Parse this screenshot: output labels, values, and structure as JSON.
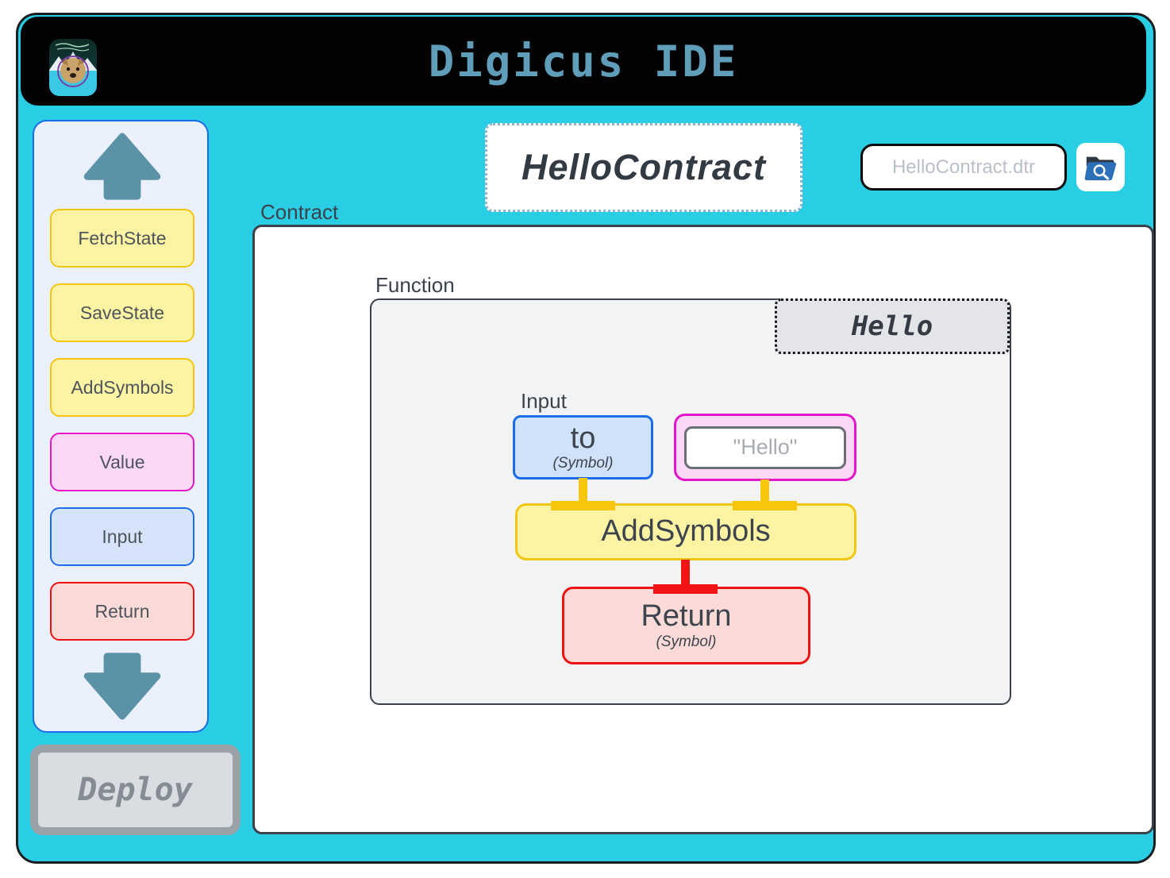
{
  "header": {
    "title": "Digicus IDE"
  },
  "sidebar": {
    "items": [
      {
        "label": "FetchState",
        "variant": "yellow"
      },
      {
        "label": "SaveState",
        "variant": "yellow"
      },
      {
        "label": "AddSymbols",
        "variant": "yellow"
      },
      {
        "label": "Value",
        "variant": "pink"
      },
      {
        "label": "Input",
        "variant": "blue"
      },
      {
        "label": "Return",
        "variant": "red"
      }
    ]
  },
  "deploy": {
    "label": "Deploy"
  },
  "workspace": {
    "contract_title": "HelloContract",
    "file_name_placeholder": "HelloContract.dtr",
    "contract_label": "Contract",
    "function_label": "Function",
    "function_name": "Hello",
    "input_label": "Input",
    "nodes": {
      "to": {
        "title": "to",
        "subtitle": "(Symbol)"
      },
      "value": {
        "placeholder": "\"Hello\""
      },
      "add_symbols": {
        "label": "AddSymbols"
      },
      "return_node": {
        "title": "Return",
        "subtitle": "(Symbol)"
      }
    }
  },
  "colors": {
    "canvas_cyan": "#29cde4",
    "header_black": "#020202",
    "title_teal": "#5f9db8",
    "scroll_arrow_teal": "#5b92a7",
    "block_yellow": "#fcf3a3",
    "block_yellow_border": "#f2c511",
    "block_pink": "#fbd8f6",
    "block_pink_border": "#e515c8",
    "block_blue": "#cfe2f9",
    "block_blue_border": "#1a6ce8",
    "block_red": "#fcdad8",
    "block_red_border": "#ee1111",
    "connector_yellow": "#f8c70c",
    "connector_red": "#f01414",
    "folder_icon_blue": "#2b6fb8"
  }
}
